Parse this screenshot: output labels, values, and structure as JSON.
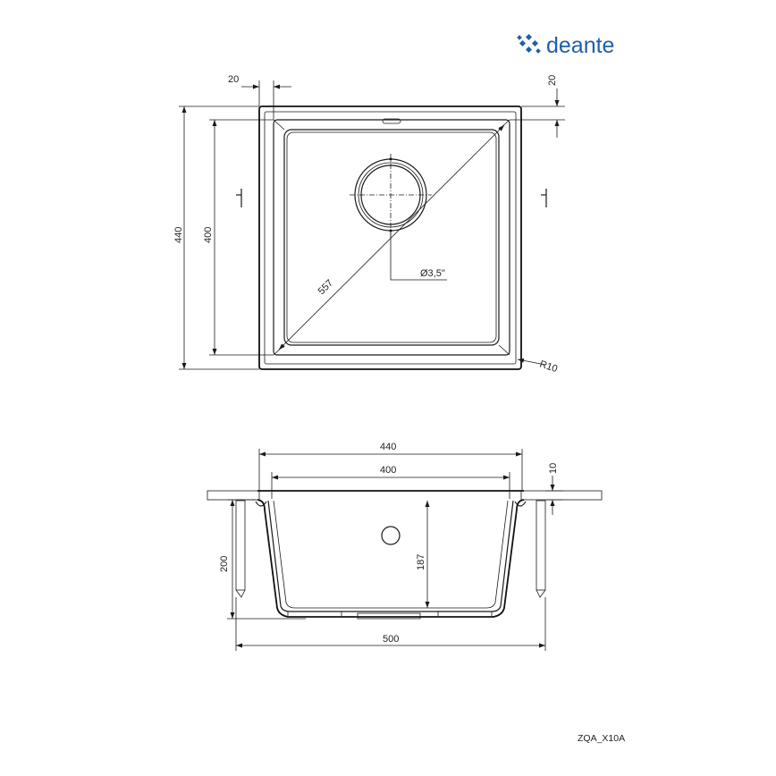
{
  "brand": {
    "name": "deante",
    "color": "#1f5faa",
    "icon": "deante-logo-icon"
  },
  "top_view": {
    "dim_rim_width": "20",
    "dim_rim_right": "20",
    "dim_outer_height": "440",
    "dim_inner_height": "400",
    "dim_diagonal": "557",
    "dim_drain": "Ø3,5\"",
    "dim_radius": "R10"
  },
  "section_view": {
    "dim_outer_width": "440",
    "dim_inner_width": "400",
    "dim_countertop": "10",
    "dim_total_depth": "200",
    "dim_bowl_depth": "187",
    "dim_cabinet_width": "500"
  },
  "model_code": "ZQA_X10A"
}
